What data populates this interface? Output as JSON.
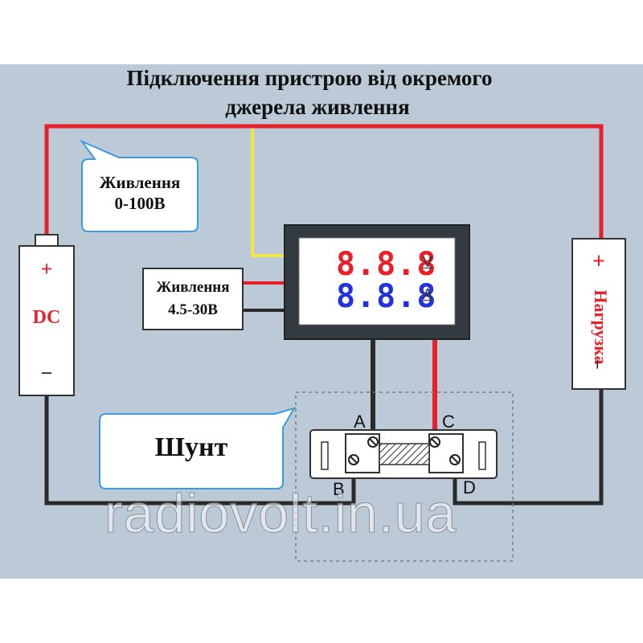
{
  "title": {
    "line1": "Підключення пристрою від окремого",
    "line2": "джерела живлення"
  },
  "bubble_supply": {
    "line1": "Живлення",
    "line2": "0-100В"
  },
  "bubble_shunt": {
    "label": "Шунт"
  },
  "meter_power_box": {
    "line1": "Живлення",
    "line2": "4.5-30В"
  },
  "battery": {
    "plus": "+",
    "label": "DC",
    "minus": "–"
  },
  "load": {
    "plus": "+",
    "label": "Нагрузка",
    "minus": "–"
  },
  "display": {
    "voltage": "8.8.8",
    "voltage_unit": "V",
    "current": "8.8.8",
    "current_unit": "A"
  },
  "terminals": {
    "a": "A",
    "b": "B",
    "c": "C",
    "d": "D"
  },
  "watermark": "radiovolt.in.ua",
  "colors": {
    "background": "#bcc9d6",
    "wire_red": "#e8202a",
    "wire_black": "#2a2a2a",
    "wire_yellow": "#f2e64a",
    "bubble_border": "#3a9be0",
    "voltage_digits": "#e8202a",
    "current_digits": "#2233dd"
  }
}
